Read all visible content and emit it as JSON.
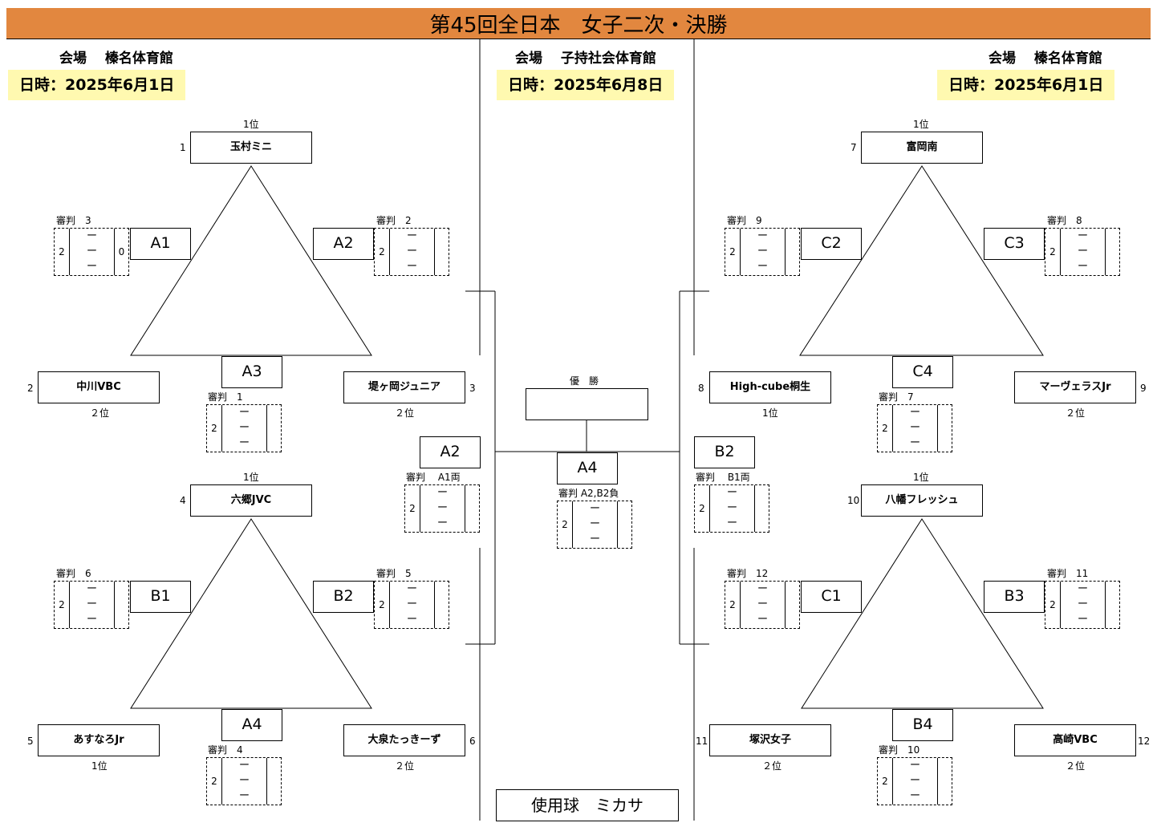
{
  "title": "第45回全日本　女子二次・決勝",
  "venues": {
    "left": "会場　 榛名体育館",
    "center": "会場　 子持社会体育館",
    "right": "会場　 榛名体育館"
  },
  "dates": {
    "left": "日時：2025年6月1日",
    "center": "日時：2025年6月8日",
    "right": "日時：2025年6月1日"
  },
  "labels": {
    "first": "1位",
    "second": "２位",
    "ref": "審判",
    "dash": "ー",
    "winner": "優　勝"
  },
  "teams": {
    "t1": {
      "num": "1",
      "name": "玉村ミニ",
      "rank": "1位"
    },
    "t2": {
      "num": "2",
      "name": "中川VBC",
      "rank": "２位"
    },
    "t3": {
      "num": "3",
      "name": "堤ヶ岡ジュニア",
      "rank": "２位"
    },
    "t4": {
      "num": "4",
      "name": "六郷JVC",
      "rank": "1位"
    },
    "t5": {
      "num": "5",
      "name": "あすなろJr",
      "rank": "1位"
    },
    "t6": {
      "num": "6",
      "name": "大泉たっきーず",
      "rank": "２位"
    },
    "t7": {
      "num": "7",
      "name": "富岡南",
      "rank": "1位"
    },
    "t8": {
      "num": "8",
      "name": "High-cube桐生",
      "rank": "1位"
    },
    "t9": {
      "num": "9",
      "name": "マーヴェラスJr",
      "rank": "２位"
    },
    "t10": {
      "num": "10",
      "name": "八幡フレッシュ",
      "rank": "1位"
    },
    "t11": {
      "num": "11",
      "name": "塚沢女子",
      "rank": "２位"
    },
    "t12": {
      "num": "12",
      "name": "高崎VBC",
      "rank": "２位"
    }
  },
  "slots": {
    "a1": "A1",
    "a2": "A2",
    "a3": "A3",
    "b1": "B1",
    "b2": "B2",
    "a4": "A4",
    "c2": "C2",
    "c3": "C3",
    "c4": "C4",
    "c1": "C1",
    "b3": "B3",
    "b4": "B4",
    "semi_a2": "A2",
    "semi_b2": "B2",
    "final_a4": "A4"
  },
  "referees": {
    "a1": "審判　3",
    "a2": "審判　2",
    "a3": "審判　1",
    "b1": "審判　6",
    "b2": "審判　5",
    "a4": "審判　4",
    "c2": "審判　9",
    "c3": "審判　8",
    "c4": "審判　7",
    "c1": "審判　12",
    "b3": "審判　11",
    "b4": "審判　10",
    "semi_a2": "審判　 A1両",
    "semi_b2": "審判　 B1両",
    "final": "審判 A2,B2負"
  },
  "scores": {
    "sets": "2",
    "a1_right": "0"
  },
  "ball": "使用球　ミカサ"
}
